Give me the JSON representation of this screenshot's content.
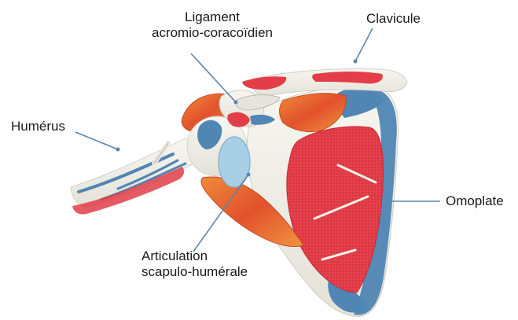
{
  "labels": {
    "ligament": {
      "line1": "Ligament",
      "line2": "acromio-coracoïdien"
    },
    "clavicule": {
      "text": "Clavicule"
    },
    "humerus": {
      "text": "Humérus"
    },
    "omoplate": {
      "text": "Omoplate"
    },
    "articulation": {
      "line1": "Articulation",
      "line2": "scapulo-humérale"
    }
  },
  "colors": {
    "bone": "#f2f1ea",
    "muscle_red": "#e23d48",
    "muscle_orange": "#e86a2e",
    "cartilage_blue": "#4f86b4",
    "joint_capsule": "#a9cfe6",
    "leader_line": "#5a86b0"
  }
}
